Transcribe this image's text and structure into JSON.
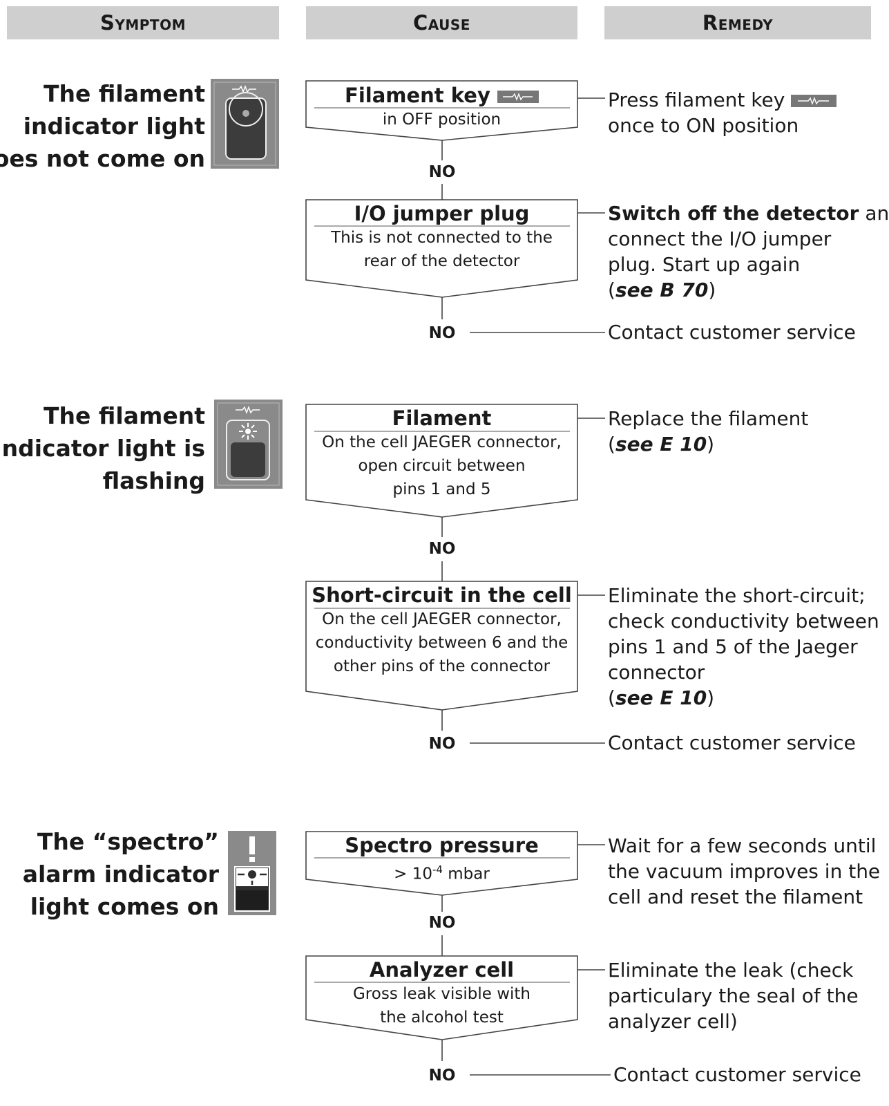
{
  "headers": {
    "symptom": "Symptom",
    "cause": "Cause",
    "remedy": "Remedy"
  },
  "no_label": "NO",
  "icons": {
    "filament_key": "filament-key-symbol",
    "indicator_off": "indicator-light-off-icon",
    "indicator_flashing": "indicator-light-flashing-icon",
    "spectro_alarm": "spectro-alarm-icon"
  },
  "sections": [
    {
      "symptom": [
        "The filament",
        "indicator light",
        "does not come on"
      ],
      "causes": [
        {
          "title": "Filament key",
          "lines": [
            "in OFF position"
          ]
        },
        {
          "title": "I/O jumper plug",
          "lines": [
            "This is not connected to the",
            "rear of the detector"
          ]
        }
      ],
      "remedies": [
        {
          "line1": "Press filament key",
          "line2": "once to ON position"
        },
        {
          "bold": "Switch off the detector",
          "rest": " and",
          "lines": [
            "connect the I/O jumper",
            "plug. Start up again"
          ],
          "ref": "see B 70"
        },
        {
          "text": "Contact customer service"
        }
      ]
    },
    {
      "symptom": [
        "The filament",
        "indicator light is",
        "flashing"
      ],
      "causes": [
        {
          "title": "Filament",
          "lines": [
            "On the cell JAEGER connector,",
            "open circuit between",
            "pins 1 and 5"
          ]
        },
        {
          "title": "Short-circuit in the cell",
          "lines": [
            "On the cell JAEGER connector,",
            "conductivity between 6 and the",
            "other pins of the connector"
          ]
        }
      ],
      "remedies": [
        {
          "text": "Replace the filament",
          "ref": "see E 10"
        },
        {
          "lines": [
            "Eliminate the short-circuit;",
            "check conductivity between",
            "pins 1 and 5 of the Jaeger",
            "connector"
          ],
          "ref": "see E 10"
        },
        {
          "text": "Contact customer service"
        }
      ]
    },
    {
      "symptom": [
        "The “spectro”",
        "alarm indicator",
        "light comes on"
      ],
      "causes": [
        {
          "title": "Spectro pressure",
          "base": "> 10",
          "sup": "-4",
          "unit": " mbar"
        },
        {
          "title": "Analyzer cell",
          "lines": [
            "Gross leak visible with",
            "the alcohol test"
          ]
        }
      ],
      "remedies": [
        {
          "lines": [
            "Wait for a few seconds until",
            "the vacuum improves in the",
            "cell and reset the filament"
          ]
        },
        {
          "lines": [
            "Eliminate the leak (check",
            "particulary the seal of the",
            "analyzer cell)"
          ]
        },
        {
          "text": "Contact customer service"
        }
      ]
    }
  ]
}
